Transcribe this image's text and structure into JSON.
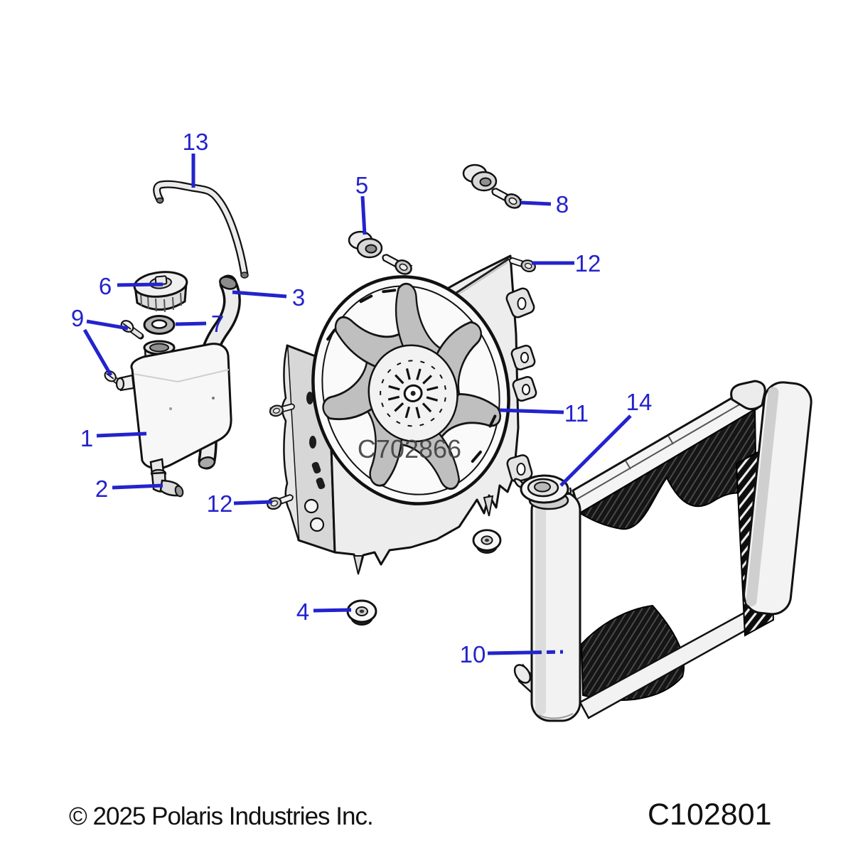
{
  "diagram": {
    "type": "exploded-parts-diagram",
    "subject": "cooling system (coolant bottle, fan assembly, radiator)",
    "watermark": "C702866",
    "footer": {
      "copyright": "© 2025 Polaris Industries Inc.",
      "diagram_code": "C102801"
    },
    "colors": {
      "callout_blue": "#2323cd",
      "line_black": "#111111",
      "paper": "#ffffff",
      "watermark_gray": "#3f3f3f"
    },
    "callouts": [
      {
        "label": "1"
      },
      {
        "label": "2"
      },
      {
        "label": "3"
      },
      {
        "label": "4"
      },
      {
        "label": "5"
      },
      {
        "label": "6"
      },
      {
        "label": "7"
      },
      {
        "label": "8"
      },
      {
        "label": "9"
      },
      {
        "label": "10"
      },
      {
        "label": "11"
      },
      {
        "label": "12"
      },
      {
        "label": "12"
      },
      {
        "label": "13"
      },
      {
        "label": "14"
      }
    ]
  }
}
